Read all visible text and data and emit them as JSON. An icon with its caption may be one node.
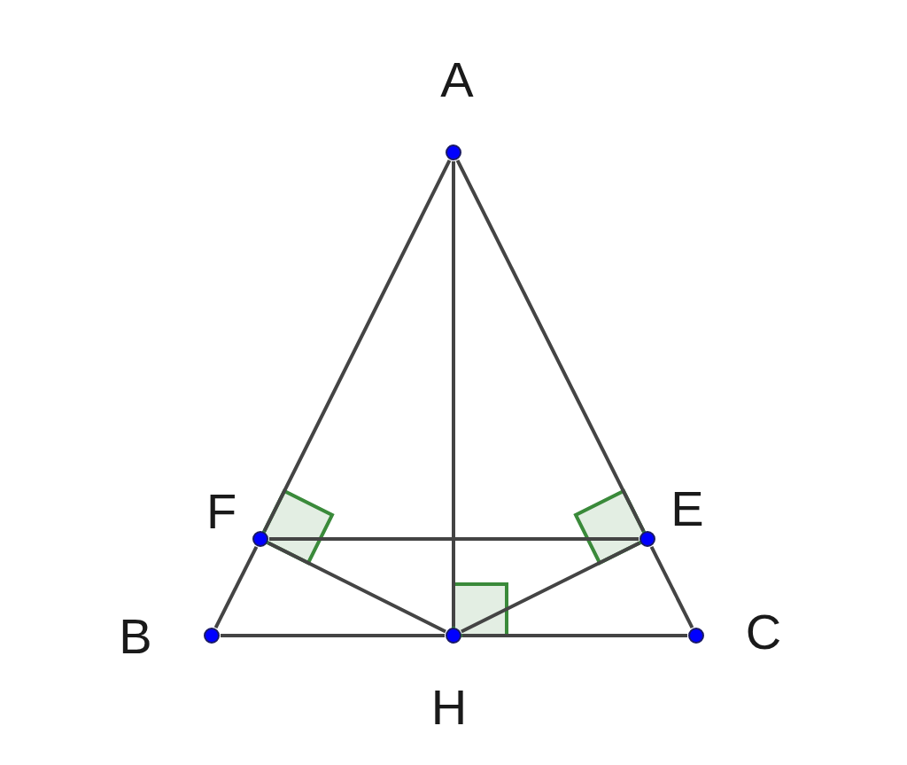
{
  "diagram": {
    "nodes": [
      {
        "text": [],
        "shape": "circle",
        "beside": [
          "A"
        ]
      },
      {
        "text": [],
        "shape": "circle",
        "beside": [
          "F"
        ]
      },
      {
        "text": [],
        "shape": "circle",
        "beside": [
          "E"
        ]
      },
      {
        "text": [],
        "shape": "circle",
        "beside": [
          "B"
        ]
      },
      {
        "text": [],
        "shape": "circle",
        "beside": [
          "H"
        ]
      },
      {
        "text": [],
        "shape": "circle",
        "beside": [
          "C"
        ]
      }
    ],
    "edges": [
      {
        "from": 0,
        "to": 1,
        "arrow": "none"
      },
      {
        "from": 1,
        "to": 3,
        "arrow": "none"
      },
      {
        "from": 0,
        "to": 2,
        "arrow": "none"
      },
      {
        "from": 2,
        "to": 5,
        "arrow": "none"
      },
      {
        "from": 3,
        "to": 4,
        "arrow": "none"
      },
      {
        "from": 4,
        "to": 5,
        "arrow": "none"
      },
      {
        "from": 0,
        "to": 4,
        "arrow": "none"
      },
      {
        "from": 1,
        "to": 2,
        "arrow": "none"
      },
      {
        "from": 1,
        "to": 4,
        "arrow": "none"
      },
      {
        "from": 4,
        "to": 2,
        "arrow": "none"
      }
    ]
  }
}
